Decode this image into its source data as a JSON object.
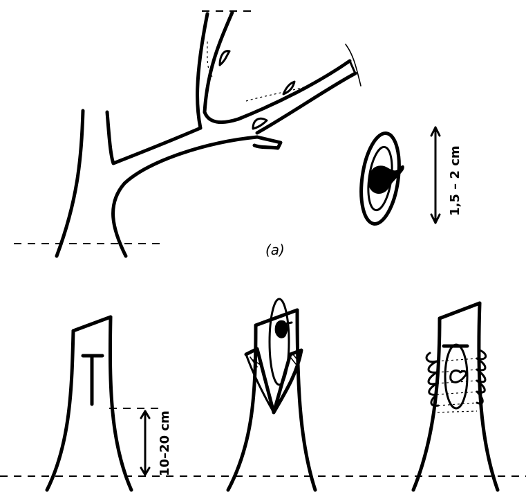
{
  "panel_label": "(a)",
  "bud_length_label": "1,5 – 2 cm",
  "stock_height_label": "10–20 cm"
}
